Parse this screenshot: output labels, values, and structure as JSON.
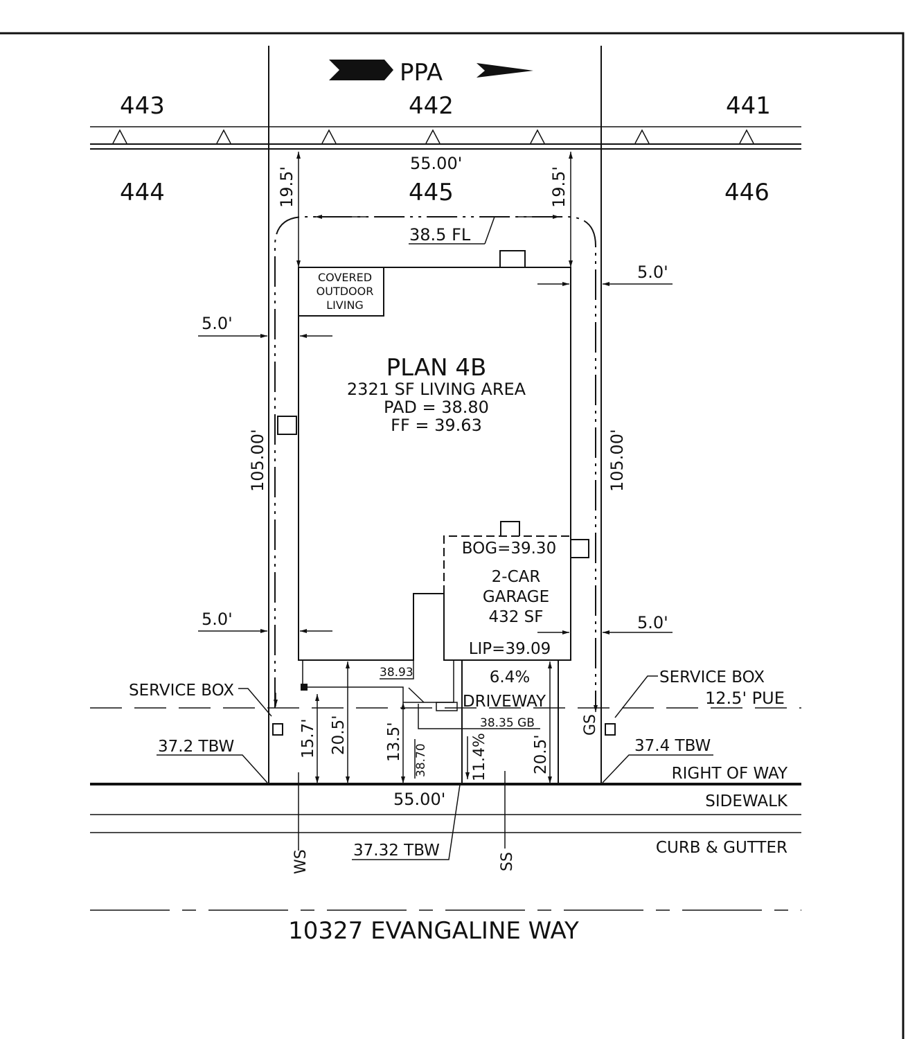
{
  "north_label": "PPA",
  "lots": {
    "top_left": "443",
    "top_center": "442",
    "top_right": "441",
    "mid_left": "444",
    "mid_center": "445",
    "mid_right": "446"
  },
  "dims": {
    "width_top": "55.00'",
    "setback_rear_left": "19.5'",
    "setback_rear_right": "19.5'",
    "fl_width": "38.5 FL",
    "side_upper_right": "5.0'",
    "side_upper_left": "5.0'",
    "side_lower_left": "5.0'",
    "side_lower_right": "5.0'",
    "depth_left": "105.00'",
    "depth_right": "105.00'",
    "width_bottom": "55.00'",
    "front_15_7": "15.7'",
    "front_20_5_left": "20.5'",
    "front_13_5": "13.5'",
    "front_20_5_right": "20.5'",
    "elev_38_70": "38.70",
    "slope_11_4": "11.4%"
  },
  "covered": {
    "line1": "COVERED",
    "line2": "OUTDOOR",
    "line3": "LIVING"
  },
  "plan": {
    "title": "PLAN 4B",
    "living_area": "2321 SF LIVING AREA",
    "pad": "PAD = 38.80",
    "ff": "FF = 39.63"
  },
  "garage": {
    "bog": "BOG=39.30",
    "line1": "2-CAR",
    "line2": "GARAGE",
    "line3": "432 SF",
    "lip": "LIP=39.09"
  },
  "driveway": {
    "slope": "6.4%",
    "label": "DRIVEWAY",
    "elev_3893": "38.93",
    "gb": "38.35 GB"
  },
  "utilities": {
    "service_box_left": "SERVICE BOX",
    "service_box_right": "SERVICE BOX",
    "pue": "12.5' PUE",
    "gs": "GS",
    "ws": "WS",
    "ss": "SS"
  },
  "tbw": {
    "left": "37.2 TBW",
    "right": "37.4 TBW",
    "center": "37.32 TBW"
  },
  "street": {
    "right_of_way": "RIGHT OF WAY",
    "sidewalk": "SIDEWALK",
    "curb": "CURB & GUTTER",
    "address": "10327 EVANGALINE WAY"
  }
}
